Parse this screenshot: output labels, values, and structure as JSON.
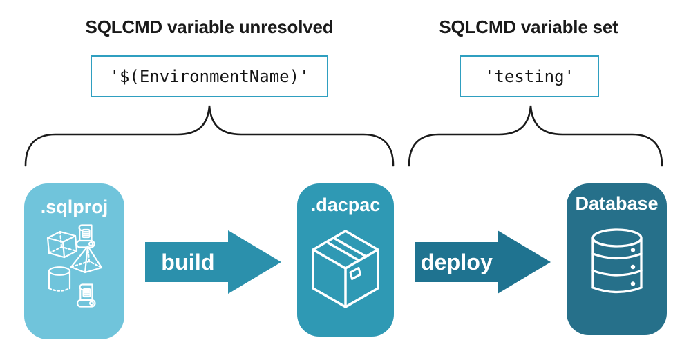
{
  "diagram": {
    "left": {
      "heading": "SQLCMD variable unresolved",
      "code": "'$(EnvironmentName)'"
    },
    "right": {
      "heading": "SQLCMD variable set",
      "code": "'testing'"
    },
    "pipeline": {
      "sqlproj": {
        "label": ".sqlproj"
      },
      "build": {
        "label": "build"
      },
      "dacpac": {
        "label": ".dacpac"
      },
      "deploy": {
        "label": "deploy"
      },
      "database": {
        "label": "Database"
      }
    }
  },
  "icons": {
    "sqlproj": [
      "scroll-icon",
      "cube-icon",
      "pyramid-icon",
      "cylinder-icon",
      "scroll-icon"
    ],
    "dacpac": "package-box-icon",
    "database": "database-cylinder-icon"
  },
  "colors": {
    "sqlproj_box": "#70C4DB",
    "dacpac_box": "#2F99B4",
    "build_arrow": "#2B90AC",
    "database_box": "#26708A",
    "deploy_arrow": "#1F7390",
    "code_border": "#2F9FC0",
    "heading_text": "#1A1A1A",
    "icon_stroke": "#FFFFFF"
  }
}
